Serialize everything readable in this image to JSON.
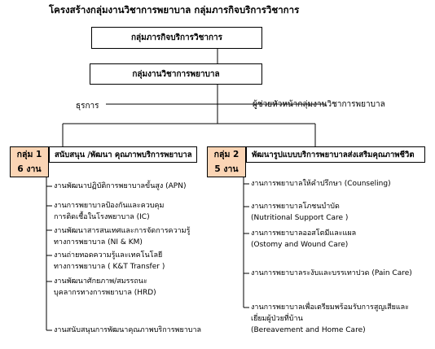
{
  "title": "โครงสร้างกลุ่มงานวิชาการพยาบาล  กลุ่มภารกิจบริการวิชาการ",
  "top_box": "กลุ่มภารกิจบริการวิชาการ",
  "second_box": "กลุ่มงานวิชาการพยาบาล",
  "left_note": "ธุรการ",
  "right_note": "ผู้ช่วยหัวหน้ากลุ่มงานวิชาการพยาบาล",
  "group1": {
    "tag_line1": "กลุ่ม 1",
    "tag_line2": "6 งาน",
    "title": "สนับสนุน /พัฒนา คุณภาพบริการพยาบาล",
    "items": [
      [
        "งานพัฒนาปฏิบัติการพยาบาลขั้นสูง (APN)"
      ],
      [
        "งานการพยาบาลป้องกันและควบคุม",
        "การติดเชื้อในโรงพยาบาล (IC)"
      ],
      [
        "งานพัฒนาสารสนเทศและการจัดการความรู้",
        "ทางการพยาบาล (NI & KM)"
      ],
      [
        "งานถ่ายทอดความรู้และเทคโนโลยี",
        "ทางการพยาบาล ( K&T Transfer )"
      ],
      [
        "งานพัฒนาศักยภาพ/สมรรถนะ",
        "บุคลากรทางการพยาบาล (HRD)"
      ],
      [
        "งานสนับสนุนการพัฒนาคุณภาพบริการพยาบาล"
      ]
    ]
  },
  "group2": {
    "tag_line1": "กลุ่ม 2",
    "tag_line2": "5 งาน",
    "title": "พัฒนารูปแบบบริการพยาบาลส่งเสริมคุณภาพชีวิต",
    "items": [
      [
        "งานการพยาบาลให้คำปรึกษา (Counseling)"
      ],
      [
        "งานการพยาบาลโภชนบำบัด",
        "(Nutritional Support Care )"
      ],
      [
        "งานการพยาบาลออสโตมีและแผล",
        "(Ostomy and Wound Care)"
      ],
      [
        "งานการพยาบาลระงับและบรรเทาปวด (Pain Care)"
      ],
      [
        "งานการพยาบาลเพื่อเตรียมพร้อมรับการสูญเสียและ",
        "เยี่ยมผู้ป่วยที่บ้าน",
        "(Bereavement and Home Care)"
      ]
    ]
  },
  "colors": {
    "tag_fill": "#fbd5b5",
    "line": "#000000"
  }
}
